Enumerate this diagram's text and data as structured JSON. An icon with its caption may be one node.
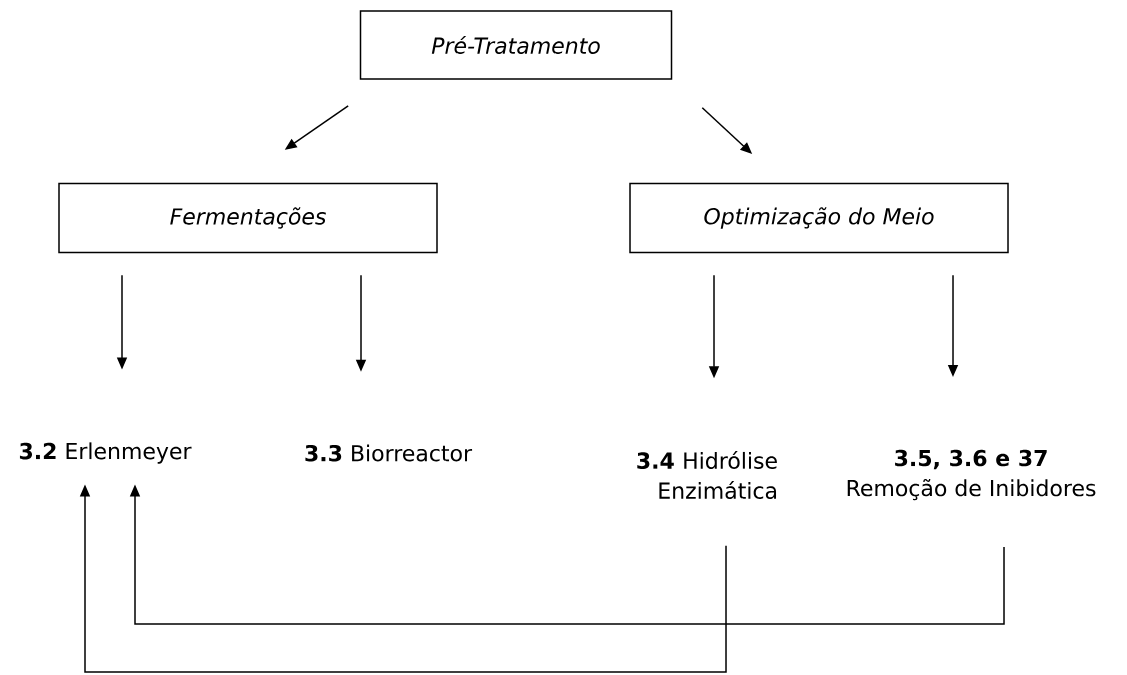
{
  "diagram": {
    "nodes": [
      {
        "text": [
          "Pré-Tratamento"
        ]
      },
      {
        "text": [
          "Fermentações"
        ]
      },
      {
        "text": [
          "Optimização do Meio"
        ]
      },
      {
        "text": [
          "**3.2** Erlenmeyer"
        ]
      },
      {
        "text": [
          "**3.3** Biorreactor"
        ]
      },
      {
        "text": [
          "**3.4** Hidrólise Enzimática"
        ]
      },
      {
        "text": [
          "3.5, 3.6 e 37",
          "Remoção de Inibidores"
        ]
      }
    ],
    "edges": [
      {
        "from": 0,
        "to": 1,
        "arrow": "to"
      },
      {
        "from": 0,
        "to": 2,
        "arrow": "to"
      },
      {
        "from": 1,
        "to": 3,
        "arrow": "to"
      },
      {
        "from": 1,
        "to": 4,
        "arrow": "to"
      },
      {
        "from": 2,
        "to": 5,
        "arrow": "to"
      },
      {
        "from": 2,
        "to": 6,
        "arrow": "to"
      },
      {
        "from": 5,
        "to": 3,
        "arrow": "to"
      },
      {
        "from": 6,
        "to": 3,
        "arrow": "to"
      }
    ]
  }
}
